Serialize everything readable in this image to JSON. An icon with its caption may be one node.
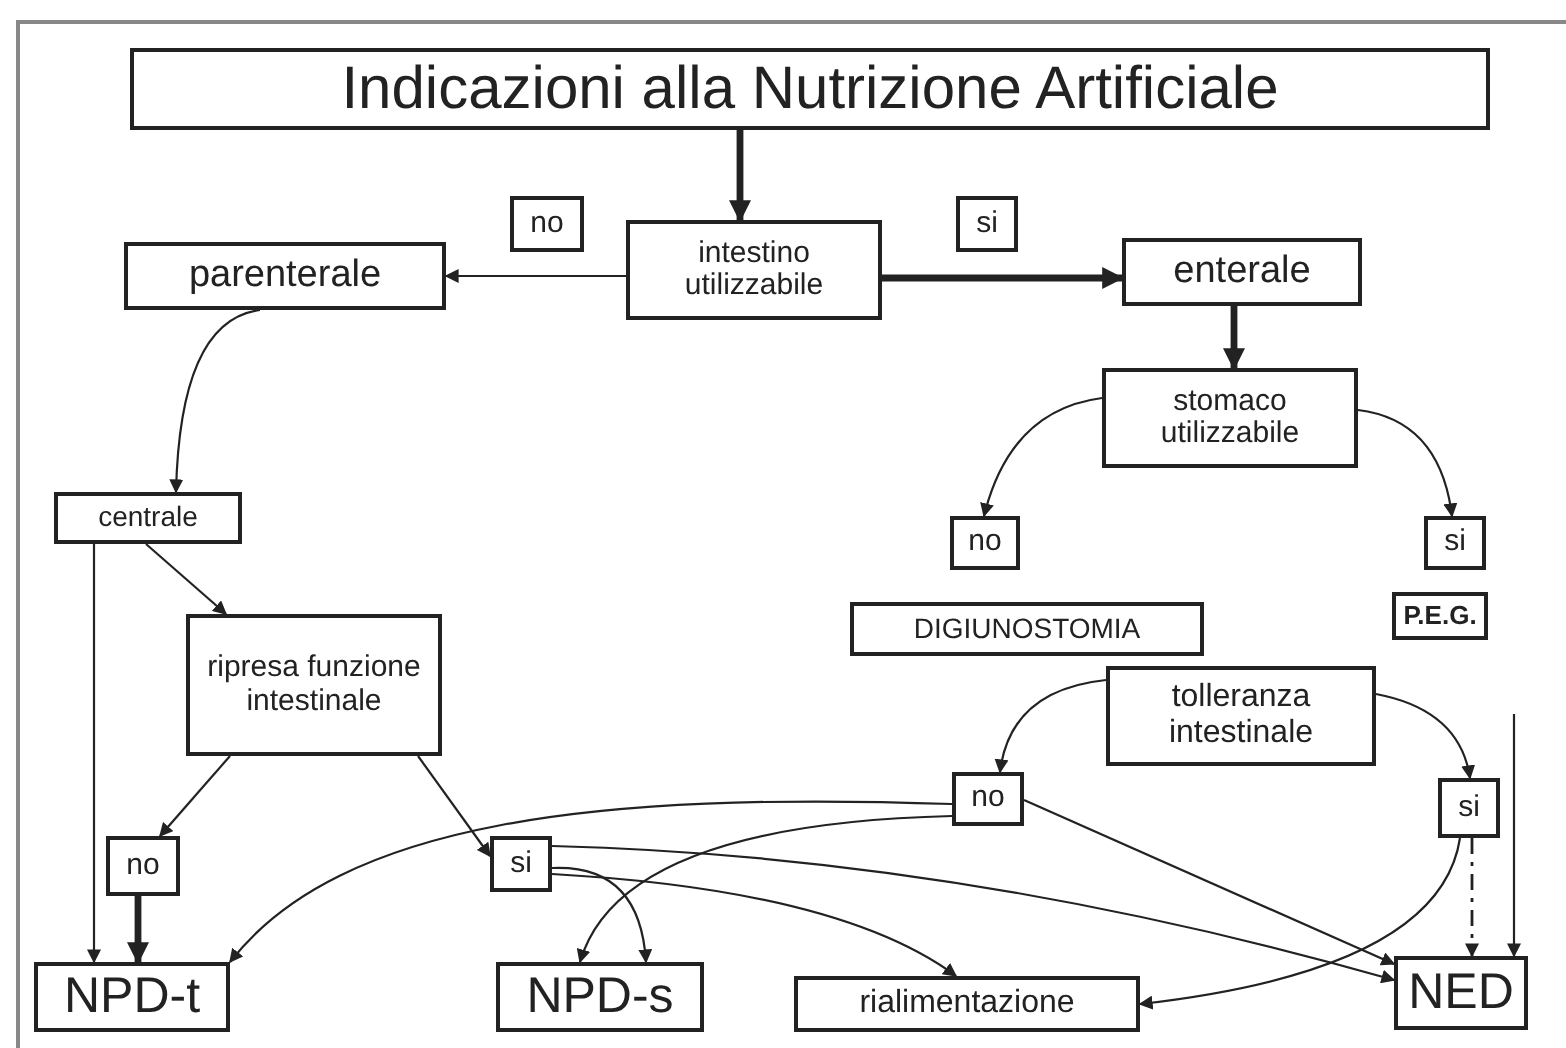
{
  "diagram": {
    "nodes": [
      {
        "text": [
          "Indicazioni alla Nutrizione Artificiale"
        ]
      },
      {
        "text": [
          "no"
        ]
      },
      {
        "text": [
          "intestino utilizzabile"
        ]
      },
      {
        "text": [
          "si"
        ]
      },
      {
        "text": [
          "parenterale"
        ]
      },
      {
        "text": [
          "enterale"
        ]
      },
      {
        "text": [
          "stomaco utilizzabile"
        ]
      },
      {
        "text": [
          "centrale"
        ]
      },
      {
        "text": [
          "no"
        ]
      },
      {
        "text": [
          "si"
        ]
      },
      {
        "text": [
          "ripresa funzione intestinale"
        ]
      },
      {
        "text": [
          "DIGIUNOSTOMIA"
        ]
      },
      {
        "text": [
          "P.E.G."
        ]
      },
      {
        "text": [
          "tolleranza intestinale"
        ]
      },
      {
        "text": [
          "no"
        ]
      },
      {
        "text": [
          "no"
        ]
      },
      {
        "text": [
          "si"
        ]
      },
      {
        "text": [
          "si"
        ]
      },
      {
        "text": [
          "NPD-t"
        ]
      },
      {
        "text": [
          "NPD-s"
        ]
      },
      {
        "text": [
          "rialimentazione"
        ]
      },
      {
        "text": [
          "NED"
        ]
      }
    ],
    "edges": [
      {
        "from": 0,
        "to": 2,
        "arrow": "to",
        "style": "thick"
      },
      {
        "from": 2,
        "to": 4,
        "arrow": "to"
      },
      {
        "from": 2,
        "to": 5,
        "arrow": "to",
        "style": "thick"
      },
      {
        "from": 5,
        "to": 6,
        "arrow": "to",
        "style": "thick"
      },
      {
        "from": 6,
        "to": 8,
        "arrow": "to"
      },
      {
        "from": 6,
        "to": 9,
        "arrow": "to"
      },
      {
        "from": 4,
        "to": 7,
        "arrow": "to"
      },
      {
        "from": 7,
        "to": 18,
        "arrow": "to"
      },
      {
        "from": 7,
        "to": 10,
        "arrow": "to"
      },
      {
        "from": 10,
        "to": 15,
        "arrow": "to"
      },
      {
        "from": 15,
        "to": 18,
        "arrow": "to",
        "style": "thick"
      },
      {
        "from": 10,
        "to": 16,
        "arrow": "to"
      },
      {
        "from": 13,
        "to": 14,
        "arrow": "to"
      },
      {
        "from": 13,
        "to": 17,
        "arrow": "to"
      },
      {
        "from": 14,
        "to": 18,
        "arrow": "to"
      },
      {
        "from": 14,
        "to": 19,
        "arrow": "to"
      },
      {
        "from": 14,
        "to": 21,
        "arrow": "to"
      },
      {
        "from": 16,
        "to": 19,
        "arrow": "to"
      },
      {
        "from": 16,
        "to": 21,
        "arrow": "to"
      },
      {
        "from": 16,
        "to": 20,
        "arrow": "to"
      },
      {
        "from": 17,
        "to": 20,
        "arrow": "to"
      },
      {
        "from": 17,
        "to": 21,
        "arrow": "to",
        "style": "dashed"
      },
      {
        "from": null,
        "to": 21,
        "arrow": "to"
      }
    ]
  }
}
